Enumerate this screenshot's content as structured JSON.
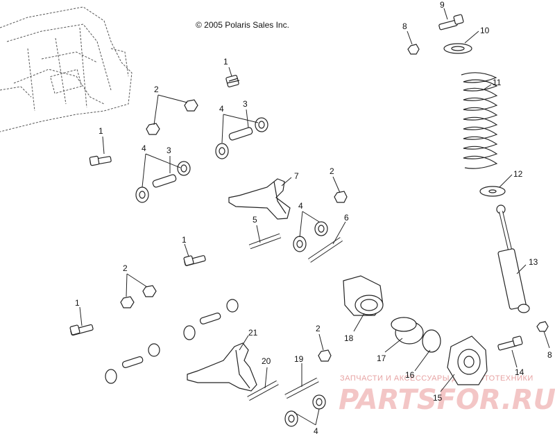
{
  "copyright": "© 2005 Polaris Sales Inc.",
  "callouts": {
    "c1a": "1",
    "c1b": "1",
    "c1c": "1",
    "c1d": "1",
    "c2a": "2",
    "c2b": "2",
    "c2c": "2",
    "c2d": "2",
    "c3a": "3",
    "c3b": "3",
    "c4a": "4",
    "c4b": "4",
    "c4c": "4",
    "c4d": "4",
    "c5": "5",
    "c6": "6",
    "c7": "7",
    "c8a": "8",
    "c8b": "8",
    "c9": "9",
    "c10": "10",
    "c11": "11",
    "c12": "12",
    "c13": "13",
    "c14": "14",
    "c15": "15",
    "c16": "16",
    "c17": "17",
    "c18": "18",
    "c19": "19",
    "c20": "20",
    "c21": "21"
  },
  "watermark": {
    "tagline": "ЗАПЧАСТИ И АКСЕССУАРЫ ДЛЯ МОТОТЕХНИКИ",
    "brand": "PARTSFOR.RU"
  }
}
